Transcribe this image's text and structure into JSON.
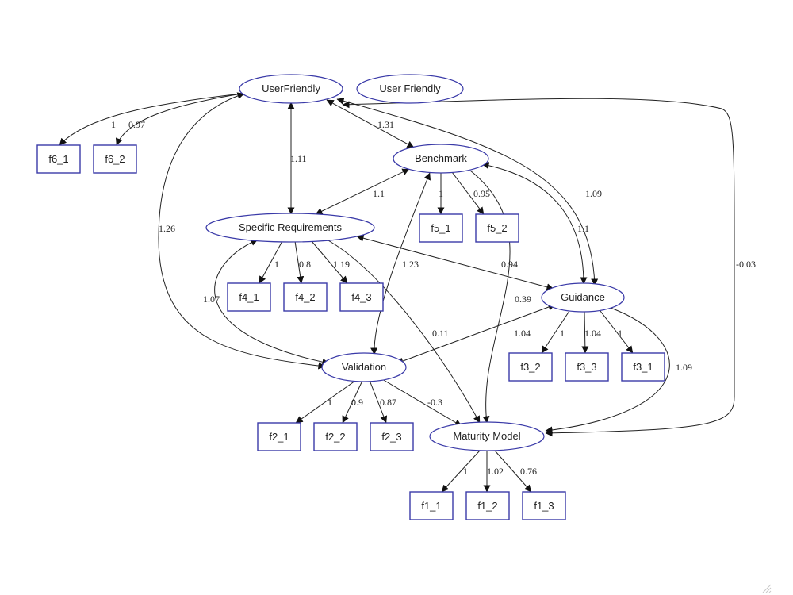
{
  "diagram": {
    "latents": {
      "userfriendly": "UserFriendly",
      "user_friendly": "User Friendly",
      "benchmark": "Benchmark",
      "specific_requirements": "Specific Requirements",
      "guidance": "Guidance",
      "validation": "Validation",
      "maturity_model": "Maturity Model"
    },
    "indicators": {
      "f6_1": "f6_1",
      "f6_2": "f6_2",
      "f5_1": "f5_1",
      "f5_2": "f5_2",
      "f4_1": "f4_1",
      "f4_2": "f4_2",
      "f4_3": "f4_3",
      "f3_2": "f3_2",
      "f3_3": "f3_3",
      "f3_1": "f3_1",
      "f2_1": "f2_1",
      "f2_2": "f2_2",
      "f2_3": "f2_3",
      "f1_1": "f1_1",
      "f1_2": "f1_2",
      "f1_3": "f1_3"
    },
    "loadings": {
      "f6_1": "1",
      "f6_2": "0.97",
      "f5_1": "1",
      "f5_2": "0.95",
      "f4_1": "1",
      "f4_2": "0.8",
      "f4_3": "1.19",
      "f3_2": "1",
      "f3_3": "1.04",
      "f3_1": "1",
      "f2_1": "1",
      "f2_2": "0.9",
      "f2_3": "0.87",
      "f1_1": "1",
      "f1_2": "1.02",
      "f1_3": "0.76"
    },
    "paths": {
      "uf_bench": "1.31",
      "uf_specreq": "1.11",
      "uf_guid": "1.09",
      "uf_valid": "1.26",
      "uf_mm": "-0.03",
      "bench_specreq": "1.1",
      "bench_guid": "1.1",
      "bench_valid": "1.23",
      "bench_mm": "0.39",
      "specreq_guid": "0.94",
      "specreq_valid": "1.07",
      "specreq_mm": "0.11",
      "guid_valid": "1.04",
      "guid_mm": "1.09",
      "valid_mm": "-0.3"
    }
  }
}
